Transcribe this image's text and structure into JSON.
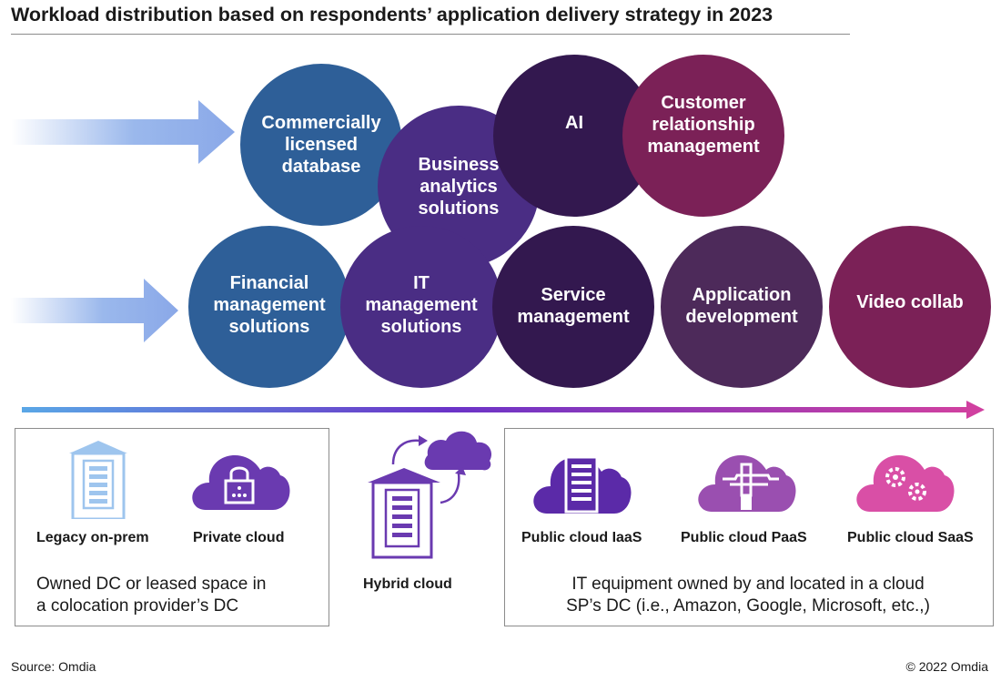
{
  "title": "Workload distribution based on respondents’ application delivery strategy in 2023",
  "bubbles": {
    "commercially_licensed_database": [
      "Commercially",
      "licensed",
      "database"
    ],
    "business_analytics": [
      "Business",
      "analytics",
      "solutions"
    ],
    "ai": [
      "AI"
    ],
    "crm": [
      "Customer",
      "relationship",
      "management"
    ],
    "financial_management": [
      "Financial",
      "management",
      "solutions"
    ],
    "it_management": [
      "IT",
      "management",
      "solutions"
    ],
    "service_management": [
      "Service",
      "management"
    ],
    "application_development": [
      "Application",
      "development"
    ],
    "video_collab": [
      "Video collab"
    ]
  },
  "colors": {
    "blue": "#2e5f98",
    "indigo": "#4a2d84",
    "dark_purple": "#33184f",
    "magenta": "#7b2157",
    "arrow_blue": "#8fb0ea",
    "panel_border": "#8c8c8c",
    "icon_purple": "#6a3ab0",
    "icon_blue": "#9ec5ee"
  },
  "left_panel": {
    "items": [
      {
        "label": "Legacy on-prem",
        "icon": "server-building-icon"
      },
      {
        "label": "Private cloud",
        "icon": "cloud-lock-icon"
      }
    ],
    "description": [
      "Owned DC or leased space in",
      "a colocation provider’s DC"
    ]
  },
  "middle": {
    "label": "Hybrid cloud",
    "icon": "hybrid-cloud-icon"
  },
  "right_panel": {
    "items": [
      {
        "label": "Public cloud IaaS",
        "icon": "cloud-server-icon"
      },
      {
        "label": "Public cloud PaaS",
        "icon": "cloud-tools-icon"
      },
      {
        "label": "Public cloud SaaS",
        "icon": "cloud-gears-icon"
      }
    ],
    "description": [
      "IT equipment owned by and located in a cloud",
      "SP’s DC (i.e., Amazon, Google, Microsoft, etc.,)"
    ]
  },
  "footer": {
    "source": "Source: Omdia",
    "copyright": "© 2022 Omdia"
  }
}
